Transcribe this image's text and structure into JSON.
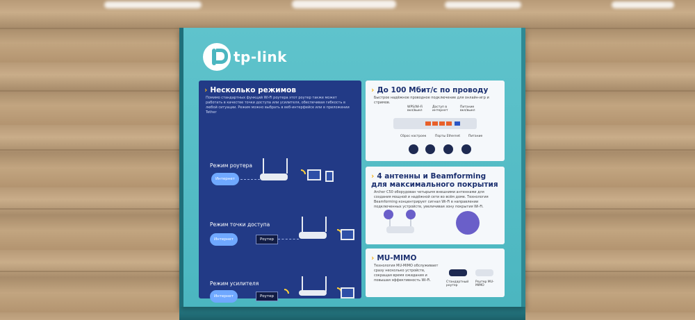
{
  "brand": "tp-link",
  "left_panel": {
    "title": "Несколько режимов",
    "description": "Помимо стандартных функций Wi-Fi роутера этот роутер также может работать в качестве точки доступа или усилителя, обеспечивая гибкость в любой ситуации. Режим можно выбрать в веб-интерфейсе или в приложении Tether",
    "modes": [
      {
        "label": "Режим роутера",
        "cloud": "Интернет"
      },
      {
        "label": "Режим точки доступа",
        "cloud": "Интернет",
        "tag": "Роутер"
      },
      {
        "label": "Режим усилителя",
        "cloud": "Интернет",
        "tag": "Роутер"
      }
    ]
  },
  "card_speed": {
    "title": "До 100 Мбит/с по проводу",
    "description": "Быстрое надёжное проводное подключение для онлайн-игр и стримов.",
    "top_labels": [
      "WPS/Wi-Fi вкл/выкл",
      "Доступ в интернет",
      "Питание вкл/выкл"
    ],
    "bottom_labels": [
      "Сброс настроек",
      "Порты Ethernet",
      "Питание"
    ]
  },
  "card_antennas": {
    "title": "4 антенны и Beamforming для максимального покрытия",
    "description": "Archer C50 оборудован четырьмя внешними антеннами для создания мощной и надёжной сети во всём доме. Технология Beamforming концентрирует сигнал Wi-Fi в направлении подключенных устройств, увеличивая зону покрытия Wi-Fi."
  },
  "card_mimo": {
    "title": "MU-MIMO",
    "description": "Технология MU-MIMO обслуживает сразу несколько устройств, сокращая время ожидания и повышая эффективность Wi-Fi.",
    "labels": [
      "Стандартный роутер",
      "Роутер MU-MIMO"
    ]
  },
  "colors": {
    "box": "#4bb6c0",
    "panel": "#223a86",
    "accent": "#f2b21b"
  }
}
